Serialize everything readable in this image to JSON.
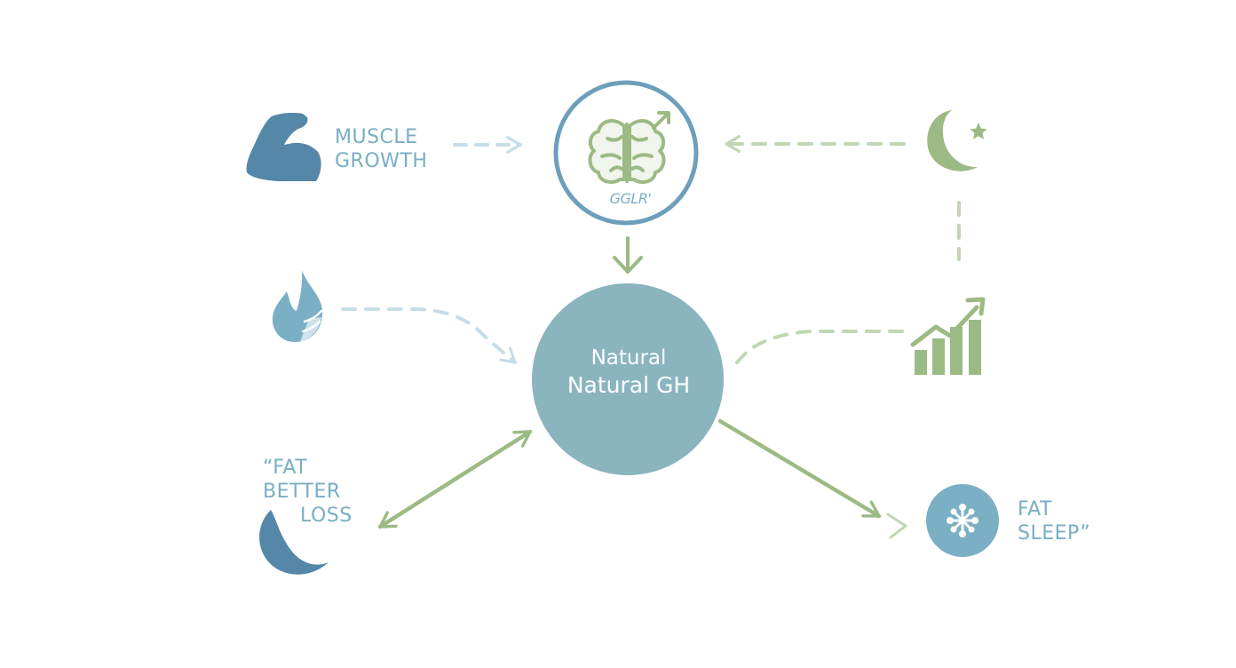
{
  "diagram": {
    "center": {
      "line1": "Natural",
      "line2": "Natural GH"
    },
    "brain_node": {
      "label": "GGLR'"
    },
    "muscle": {
      "line1": "MUSCLE",
      "line2": "GROWTH"
    },
    "fat_better_loss": {
      "line1": "“FAT",
      "line2": "BETTER",
      "line3": "LOSS"
    },
    "fat_sleep": {
      "line1": "FAT",
      "line2": "SLEEP”"
    },
    "icons": [
      "flexed-arm-icon",
      "brain-icon",
      "moon-star-icon",
      "flame-icon",
      "growth-chart-icon",
      "crescent-moon-icon",
      "snowflake-icon"
    ],
    "colors": {
      "blue_dark": "#5587a8",
      "blue_mid": "#7aafc4",
      "blue_light": "#c6dde6",
      "center_fill": "#8ab5bf",
      "green": "#9cba84",
      "green_light": "#c2d6b3",
      "brain_ring": "#6e9fba"
    }
  }
}
